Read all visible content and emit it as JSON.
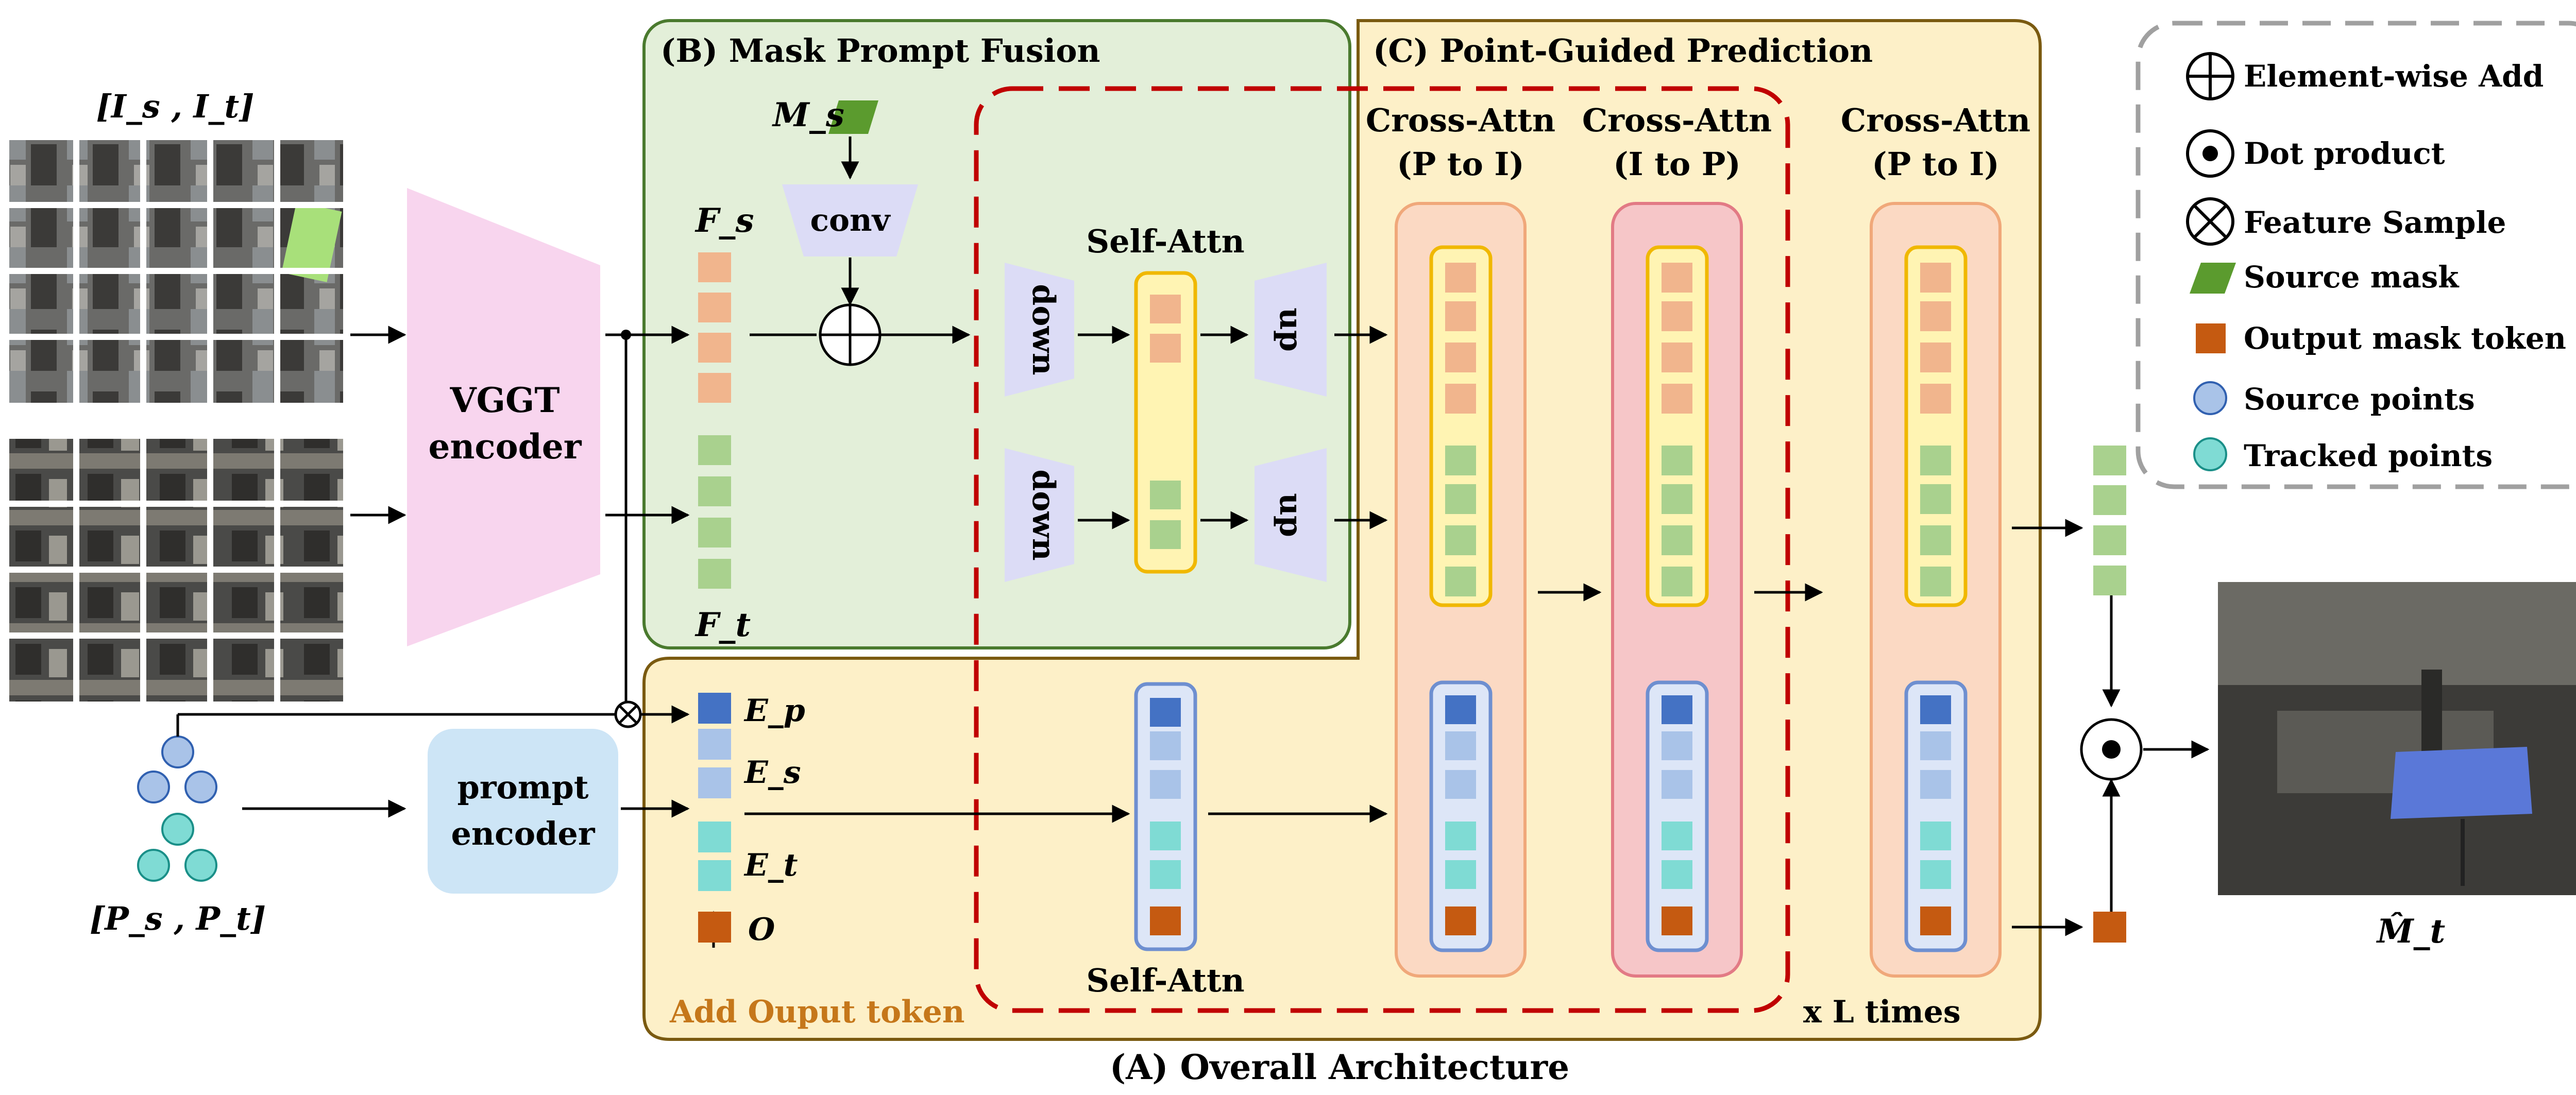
{
  "caption": "(A) Overall Architecture",
  "inputs": {
    "image_pair_label": "[I_s , I_t]",
    "point_pair_label": "[P_s , P_t]"
  },
  "blocks": {
    "vggt_encoder": [
      "VGGT",
      "encoder"
    ],
    "prompt_encoder": [
      "prompt",
      "encoder"
    ],
    "conv": "conv",
    "down": "down",
    "up": "up"
  },
  "panels": {
    "mask_prompt_fusion": "(B) Mask Prompt Fusion",
    "point_guided_prediction": "(C) Point-Guided Prediction"
  },
  "tokens": {
    "F_s": "F_s",
    "F_t": "F_t",
    "M_s": "M_s",
    "E_p": "E_p",
    "E_s": "E_s",
    "E_t": "E_t",
    "O": "O",
    "add_output_token": "Add Ouput token"
  },
  "attention": {
    "self_attn_top": "Self-Attn",
    "self_attn_bottom": "Self-Attn",
    "cross_p_to_i_1": [
      "Cross-Attn",
      "(P to I)"
    ],
    "cross_i_to_p": [
      "Cross-Attn",
      "(I to P)"
    ],
    "cross_p_to_i_2": [
      "Cross-Attn",
      "(P to I)"
    ],
    "repeat_label": "x L times"
  },
  "output_label": "M̂_t",
  "legend": {
    "items": [
      {
        "icon": "element-wise-add-icon",
        "label": "Element-wise Add"
      },
      {
        "icon": "dot-product-icon",
        "label": "Dot product"
      },
      {
        "icon": "feature-sample-icon",
        "label": "Feature Sample"
      },
      {
        "icon": "source-mask-icon",
        "label": "Source mask"
      },
      {
        "icon": "output-mask-token-icon",
        "label": "Output mask token"
      },
      {
        "icon": "source-points-icon",
        "label": "Source points"
      },
      {
        "icon": "tracked-points-icon",
        "label": "Tracked points"
      }
    ]
  },
  "colors": {
    "green_panel": "#e3efd9",
    "yellow_panel": "#fdf0c8",
    "pink_encoder": "#f8d5ee",
    "prompt_encoder": "#cde5f6",
    "lavender": "#dcdcf6",
    "salmon_token": "#f1b58d",
    "green_token": "#a9d18e",
    "blue_token": "#4472c4",
    "light_blue_token": "#a9c3e8",
    "teal_token": "#7fdbd4",
    "orange_token": "#c55a11",
    "red_dash": "#c00000",
    "add_token_text": "#c5771a"
  }
}
